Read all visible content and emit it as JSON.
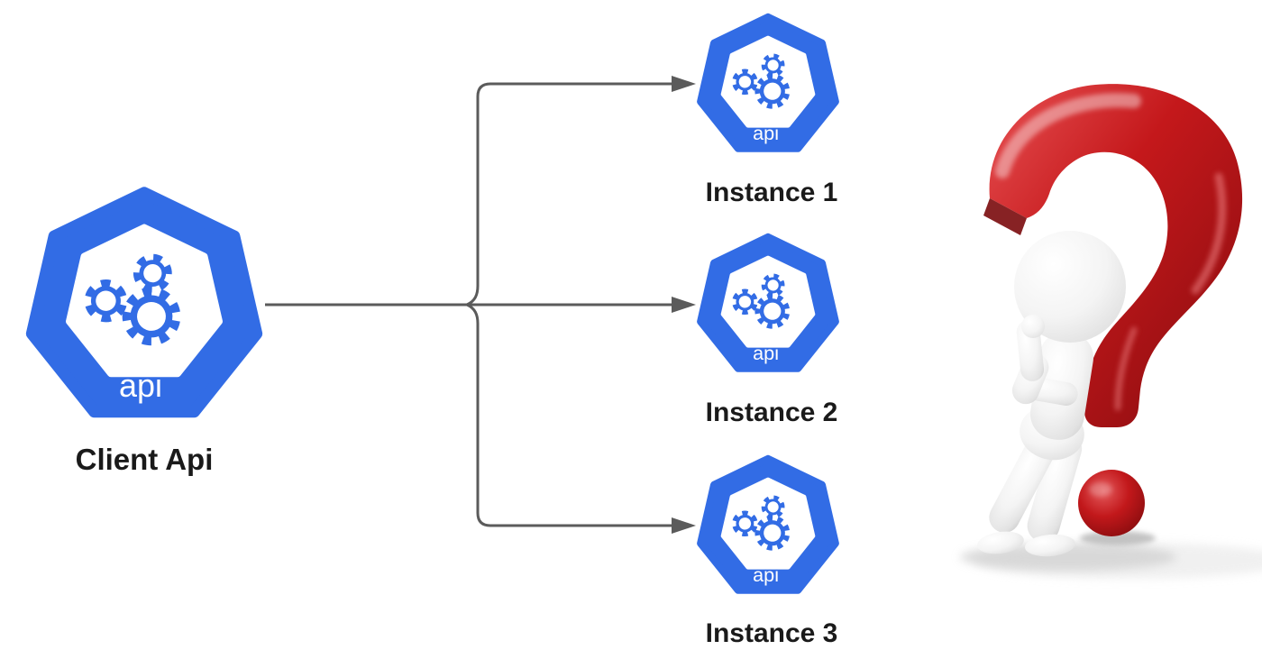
{
  "diagram": {
    "client": {
      "label": "Client Api"
    },
    "icon_text": "api",
    "instances": [
      {
        "label": "Instance 1"
      },
      {
        "label": "Instance 2"
      },
      {
        "label": "Instance 3"
      }
    ],
    "icons": {
      "api_icon": "heptagon-gears-api-icon",
      "question_mark": "red-3d-question-mark-icon",
      "figure": "thinking-person-3d-figure"
    },
    "colors": {
      "icon_blue": "#326CE5",
      "icon_inner_white": "#FFFFFF",
      "connector_gray": "#5B5B5B",
      "label_black": "#1A1A1A",
      "question_red": "#C4181B",
      "figure_gray": "#F2F2F2",
      "background": "#FFFFFF"
    }
  }
}
